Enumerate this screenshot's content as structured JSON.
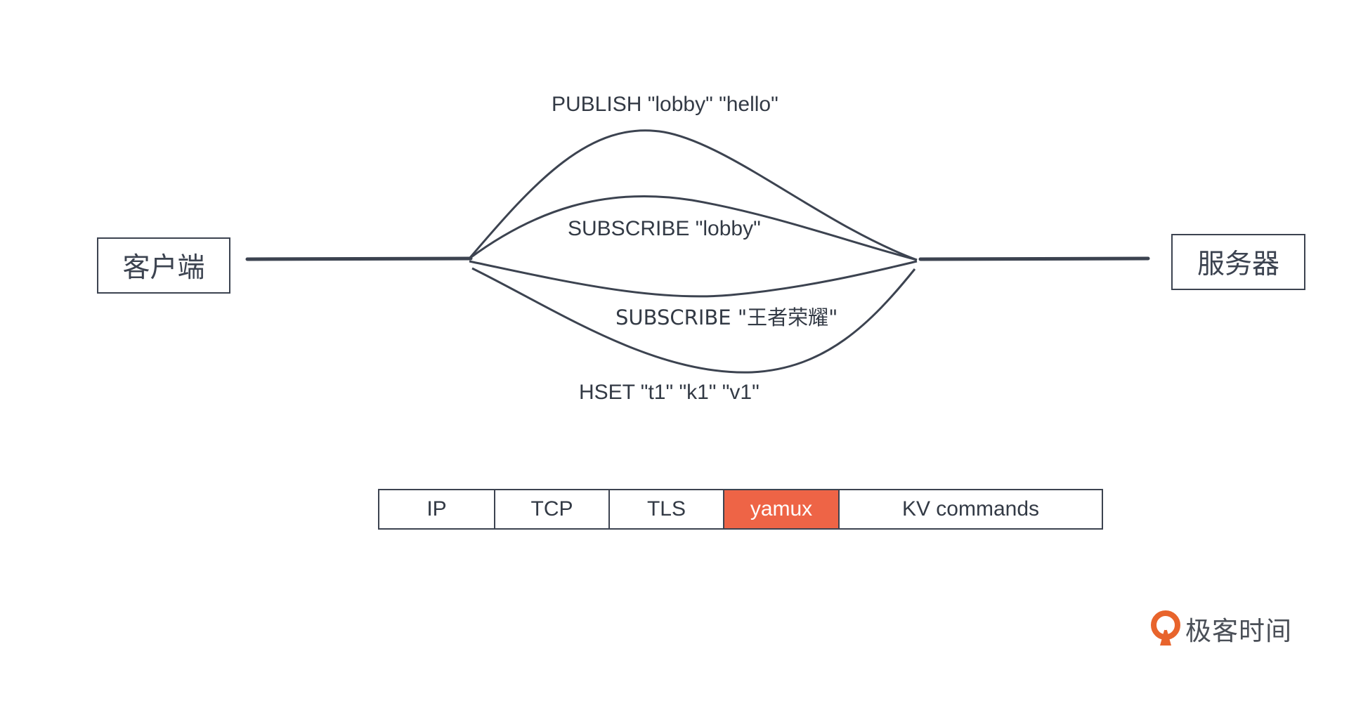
{
  "nodes": {
    "client": "客户端",
    "server": "服务器"
  },
  "flows": {
    "publish": "PUBLISH  \"lobby\"  \"hello\"",
    "subscribe_lobby": "SUBSCRIBE \"lobby\"",
    "subscribe_wzry": "SUBSCRIBE \"王者荣耀\"",
    "hset": "HSET  \"t1\"  \"k1\"  \"v1\""
  },
  "protocol_stack": {
    "layers": [
      {
        "label": "IP",
        "highlight": false
      },
      {
        "label": "TCP",
        "highlight": false
      },
      {
        "label": "TLS",
        "highlight": false
      },
      {
        "label": "yamux",
        "highlight": true
      },
      {
        "label": "KV commands",
        "highlight": false
      }
    ],
    "highlight_color": "#ee6446"
  },
  "brand": {
    "name": "极客时间",
    "color": "#e8642c"
  },
  "colors": {
    "line": "#3c4350",
    "text": "#333a45"
  }
}
